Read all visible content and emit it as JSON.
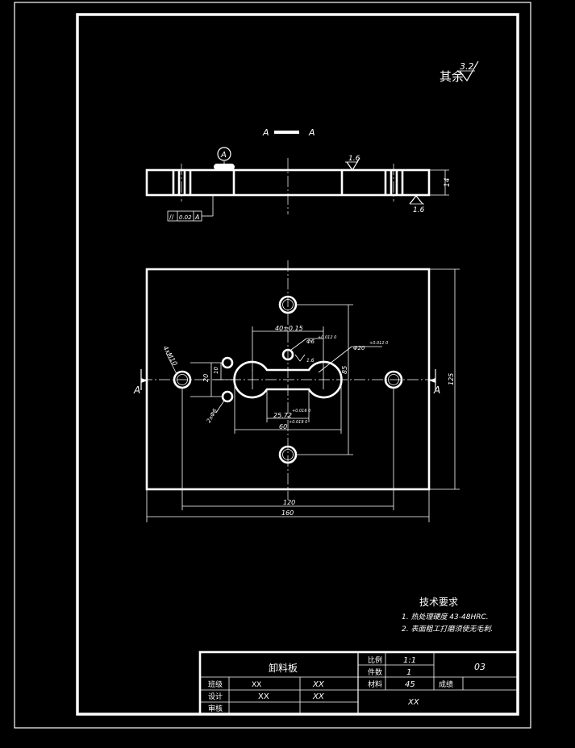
{
  "surface_roughness_note": {
    "label": "其余",
    "value": "3.2"
  },
  "section_view": {
    "label_left": "A",
    "label_right": "A"
  },
  "side_view": {
    "datum_label": "A",
    "roughness_top": "1.6",
    "roughness_bottom": "1.6",
    "thickness_dim": "14",
    "tolerance_frame": {
      "symbol": "//",
      "value": "0.02",
      "datum": "A"
    }
  },
  "plan_view": {
    "section_mark_left": "A",
    "section_mark_right": "A",
    "dims": {
      "width_overall": "160",
      "width_holes": "120",
      "height_overall": "125",
      "height_inner": "85",
      "slot_width": "40±0.15",
      "slot_inner": "25.72",
      "slot_inner_tol": "+0.016\n0",
      "slot_outer": "60",
      "slot_outer_tol": "+0.019\n0",
      "pin_dia": "Φ6",
      "pin_dia_tol": "+0.012\n0",
      "slot_end_dia": "Φ20",
      "slot_end_dia_tol": "+0.012\n0",
      "pin_roughness": "1.6",
      "offset_20": "20",
      "offset_10": "10",
      "tapped_holes": "4xM10",
      "small_holes": "2xΦ6"
    }
  },
  "tech_requirements": {
    "title": "技术要求",
    "items": [
      "1. 热处理硬度 43-48HRC.",
      "2. 表面粗工打磨须使无毛刺."
    ]
  },
  "title_block": {
    "part_name": "卸料板",
    "scale_label": "比例",
    "scale_value": "1:1",
    "qty_label": "件数",
    "qty_value": "1",
    "drawing_no": "03",
    "material_label": "材料",
    "material_value": "45",
    "grade_label": "成绩",
    "class_label": "班级",
    "class_value": "XX",
    "class_value2": "XX",
    "designer_label": "设计",
    "designer_value": "XX",
    "designer_value2": "XX",
    "reviewer_label": "审核",
    "school_value": "XX"
  }
}
